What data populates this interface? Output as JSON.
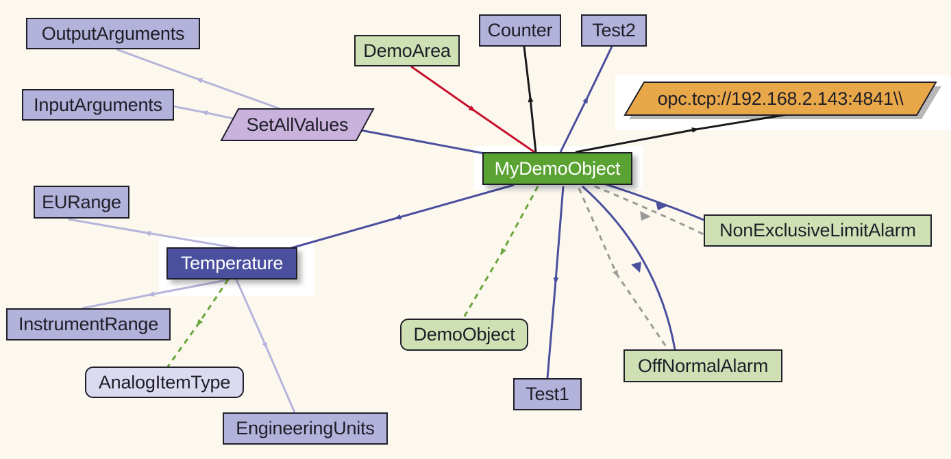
{
  "diagram": {
    "nodes": {
      "output_arguments": "OutputArguments",
      "input_arguments": "InputArguments",
      "set_all_values": "SetAllValues",
      "demo_area": "DemoArea",
      "counter": "Counter",
      "test2": "Test2",
      "server_endpoint": "opc.tcp://192.168.2.143:4841\\\\",
      "my_demo_object": "MyDemoObject",
      "eu_range": "EURange",
      "temperature": "Temperature",
      "non_exclusive_limit_alarm": "NonExclusiveLimitAlarm",
      "instrument_range": "InstrumentRange",
      "demo_object": "DemoObject",
      "analog_item_type": "AnalogItemType",
      "off_normal_alarm": "OffNormalAlarm",
      "test1": "Test1",
      "engineering_units": "EngineeringUnits"
    },
    "colors": {
      "background": "#fdf8ee",
      "reference_blue": "#4a4f9e",
      "reference_light": "#b5b5dc",
      "reference_red": "#c8102e",
      "reference_black": "#1a1a1a",
      "type_definition_green": "#6aa63a",
      "gray_dashed": "#9a9a9a",
      "node_blue": "#b2b2db",
      "node_green": "#cfe0b4",
      "node_purple": "#c9b3dc",
      "node_orange": "#e8a84a",
      "node_dark_blue": "#4a4f9e",
      "node_bright_green": "#5aa332"
    }
  }
}
